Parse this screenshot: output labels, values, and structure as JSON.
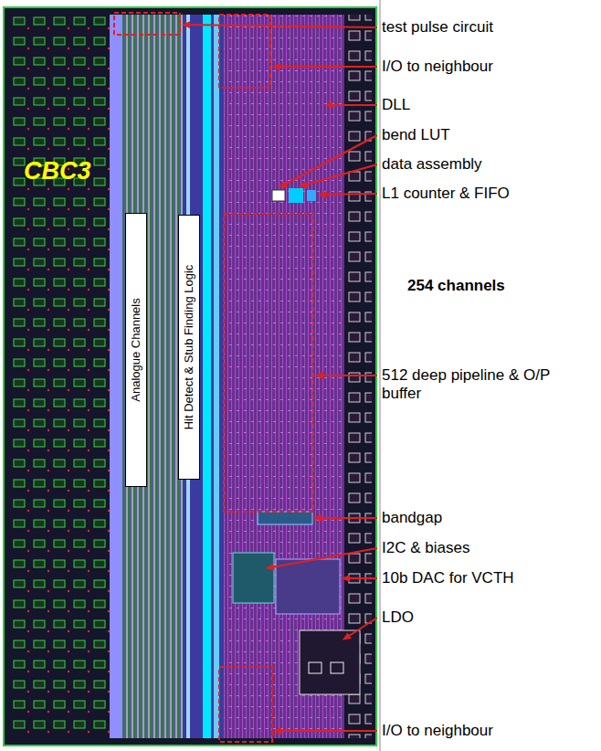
{
  "diagram": {
    "nodes": [
      {
        "text": [
          "Analogue Channels"
        ]
      },
      {
        "text": [
          "Hit Detect & Stub Finding Logic"
        ]
      }
    ],
    "labels": [
      "CBC3",
      "test pulse circuit",
      "I/O to neighbour",
      "DLL",
      "bend LUT",
      "data assembly",
      "L1 counter & FIFO",
      "254 channels",
      "512 deep pipeline & O/P buffer",
      "bandgap",
      "I2C & biases",
      "10b DAC for VCTH",
      "LDO",
      "I/O to neighbour"
    ]
  }
}
